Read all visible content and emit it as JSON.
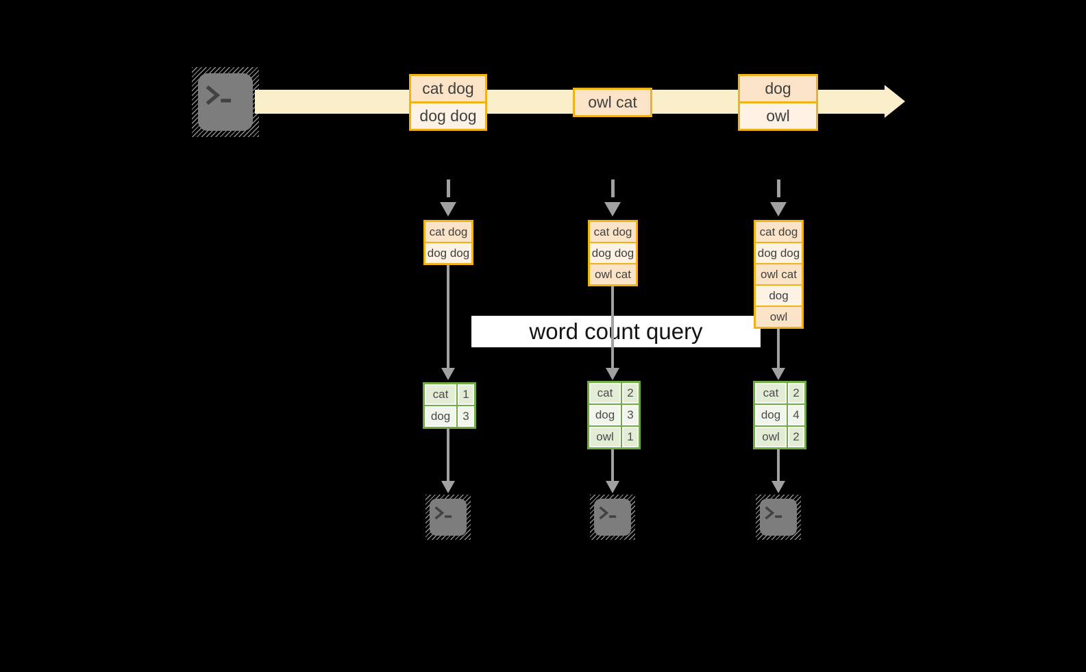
{
  "query_label": "word count query",
  "stream": {
    "source_icon": "terminal-icon",
    "messages": [
      {
        "lines": [
          "cat dog",
          "dog dog"
        ]
      },
      {
        "lines": [
          "owl cat"
        ]
      },
      {
        "lines": [
          "dog",
          "owl"
        ]
      }
    ]
  },
  "columns": [
    {
      "buffer": [
        "cat dog",
        "dog dog"
      ],
      "counts": [
        [
          "cat",
          "1"
        ],
        [
          "dog",
          "3"
        ]
      ],
      "sink_icon": "terminal-icon"
    },
    {
      "buffer": [
        "cat dog",
        "dog dog",
        "owl cat"
      ],
      "counts": [
        [
          "cat",
          "2"
        ],
        [
          "dog",
          "3"
        ],
        [
          "owl",
          "1"
        ]
      ],
      "sink_icon": "terminal-icon"
    },
    {
      "buffer": [
        "cat dog",
        "dog dog",
        "owl cat",
        "dog",
        "owl"
      ],
      "counts": [
        [
          "cat",
          "2"
        ],
        [
          "dog",
          "4"
        ],
        [
          "owl",
          "2"
        ]
      ],
      "sink_icon": "terminal-icon"
    }
  ],
  "colors": {
    "background": "#000000",
    "stream_band": "#FBEECB",
    "record_border": "#EFB219",
    "record_fill_dark": "#FBE3C8",
    "record_fill_light": "#FDF2E4",
    "table_border": "#6FAC44",
    "table_cell_dark": "#E3EDD6",
    "table_cell_light": "#F1F6EC",
    "arrow_gray": "#A1A1A1",
    "terminal_gray": "#7D7D7D",
    "query_box": "#FFFFFF"
  }
}
